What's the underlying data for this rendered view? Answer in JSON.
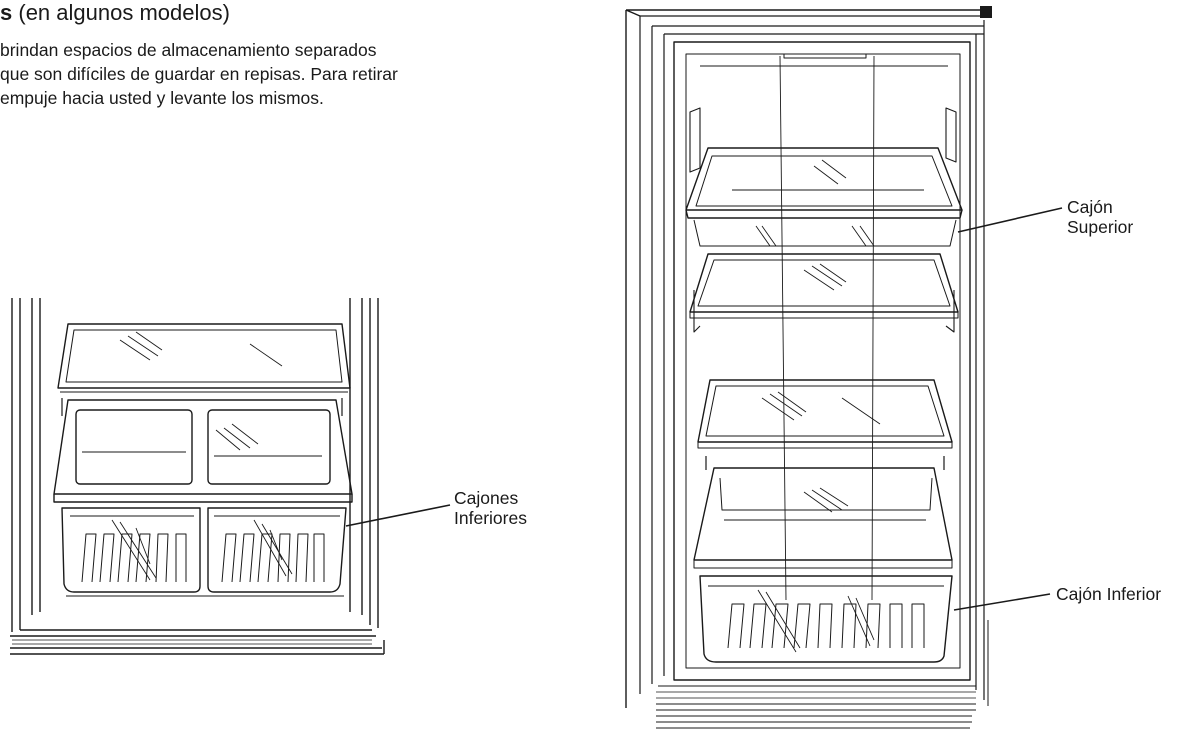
{
  "section": {
    "heading_prefix": "s",
    "heading_rest": " (en algunos modelos)",
    "lines": [
      "brindan espacios de almacenamiento separados",
      "que son difíciles de guardar en repisas. Para retirar",
      "empuje hacia usted y levante los mismos."
    ]
  },
  "figure_left": {
    "callout_line1": "Cajones",
    "callout_line2": "Inferiores"
  },
  "figure_right": {
    "callout_upper_line1": "Cajón",
    "callout_upper_line2": "Superior",
    "callout_lower": "Cajón Inferior"
  }
}
